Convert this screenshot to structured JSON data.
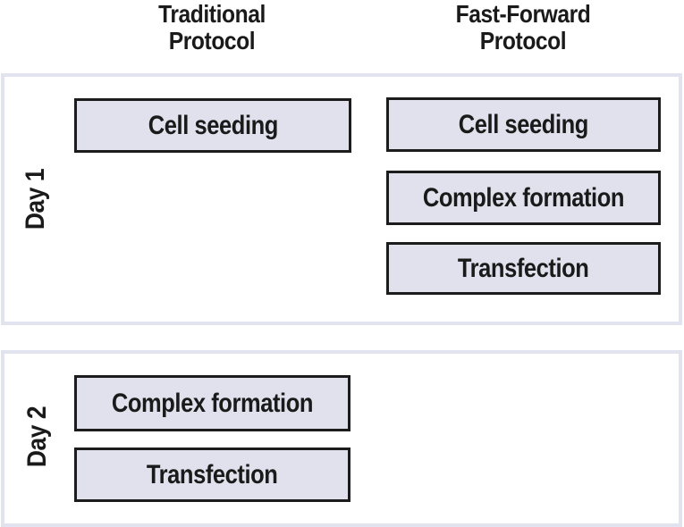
{
  "figure": {
    "description": "Protocol timeline comparison diagram"
  },
  "colors": {
    "page_bg": "#ffffff",
    "panel_border": "#e1e3ee",
    "box_fill": "#e0e1ec",
    "box_border": "#1c1c1c",
    "text_color": "#1a1a1a"
  },
  "columns": [
    {
      "id": "traditional",
      "title_line1": "Traditional",
      "title_line2": "Protocol"
    },
    {
      "id": "fast_forward",
      "title_line1": "Fast-Forward",
      "title_line2": "Protocol"
    }
  ],
  "days": [
    {
      "label": "Day 1",
      "traditional_steps": [
        "Cell seeding"
      ],
      "fast_forward_steps": [
        "Cell seeding",
        "Complex formation",
        "Transfection"
      ]
    },
    {
      "label": "Day 2",
      "traditional_steps": [
        "Complex formation",
        "Transfection"
      ],
      "fast_forward_steps": []
    }
  ]
}
